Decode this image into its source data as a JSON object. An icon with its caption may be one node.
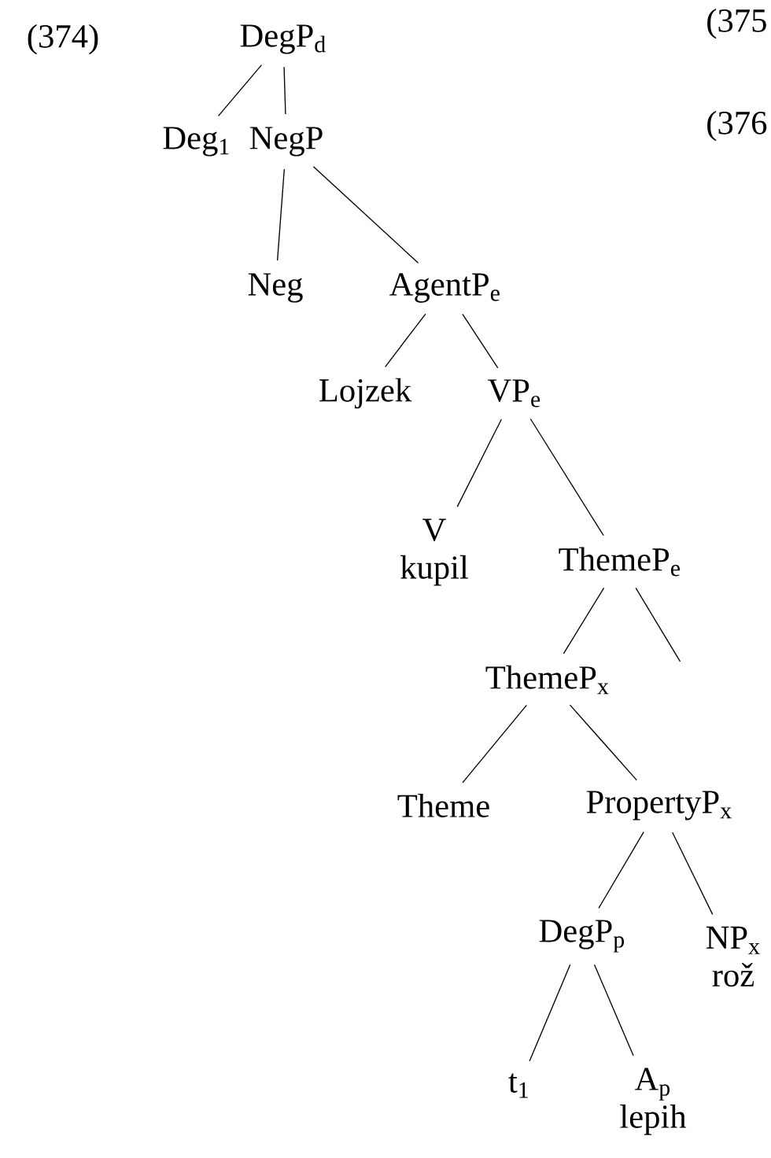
{
  "diagram": {
    "nodes": [
      {
        "text": [
          "DegP$_{d}$"
        ]
      },
      {
        "text": [
          "Deg$_{1}$"
        ]
      },
      {
        "text": [
          "NegP"
        ]
      },
      {
        "text": [
          "Neg"
        ]
      },
      {
        "text": [
          "AgentP$_{e}$"
        ]
      },
      {
        "text": [
          "Lojzek"
        ]
      },
      {
        "text": [
          "VP$_{e}$"
        ]
      },
      {
        "text": [
          "V",
          "kupil"
        ]
      },
      {
        "text": [
          "ThemeP$_{e}$"
        ]
      },
      {
        "text": [
          "ThemeP$_{x}$"
        ]
      },
      {
        "text": [
          "Theme"
        ]
      },
      {
        "text": [
          "PropertyP$_{x}$"
        ]
      },
      {
        "text": [
          "DegP$_{p}$"
        ]
      },
      {
        "text": [
          "NP$_{x}$",
          "rož"
        ]
      },
      {
        "text": [
          "t$_{1}$"
        ]
      },
      {
        "text": [
          "A$_{p}$",
          "lepih"
        ]
      }
    ],
    "edges": [
      {
        "from": 0,
        "to": 1,
        "arrow": "none"
      },
      {
        "from": 0,
        "to": 2,
        "arrow": "none"
      },
      {
        "from": 2,
        "to": 3,
        "arrow": "none"
      },
      {
        "from": 2,
        "to": 4,
        "arrow": "none"
      },
      {
        "from": 4,
        "to": 5,
        "arrow": "none"
      },
      {
        "from": 4,
        "to": 6,
        "arrow": "none"
      },
      {
        "from": 6,
        "to": 7,
        "arrow": "none"
      },
      {
        "from": 6,
        "to": 8,
        "arrow": "none"
      },
      {
        "from": 8,
        "to": 9,
        "arrow": "none"
      },
      {
        "from": 8,
        "to": null,
        "arrow": "none"
      },
      {
        "from": 9,
        "to": 10,
        "arrow": "none"
      },
      {
        "from": 9,
        "to": 11,
        "arrow": "none"
      },
      {
        "from": 11,
        "to": 12,
        "arrow": "none"
      },
      {
        "from": 11,
        "to": 13,
        "arrow": "none"
      },
      {
        "from": 12,
        "to": 14,
        "arrow": "none"
      },
      {
        "from": 12,
        "to": 15,
        "arrow": "none"
      }
    ],
    "labels": [
      "(374)",
      "(375",
      "(376"
    ]
  }
}
